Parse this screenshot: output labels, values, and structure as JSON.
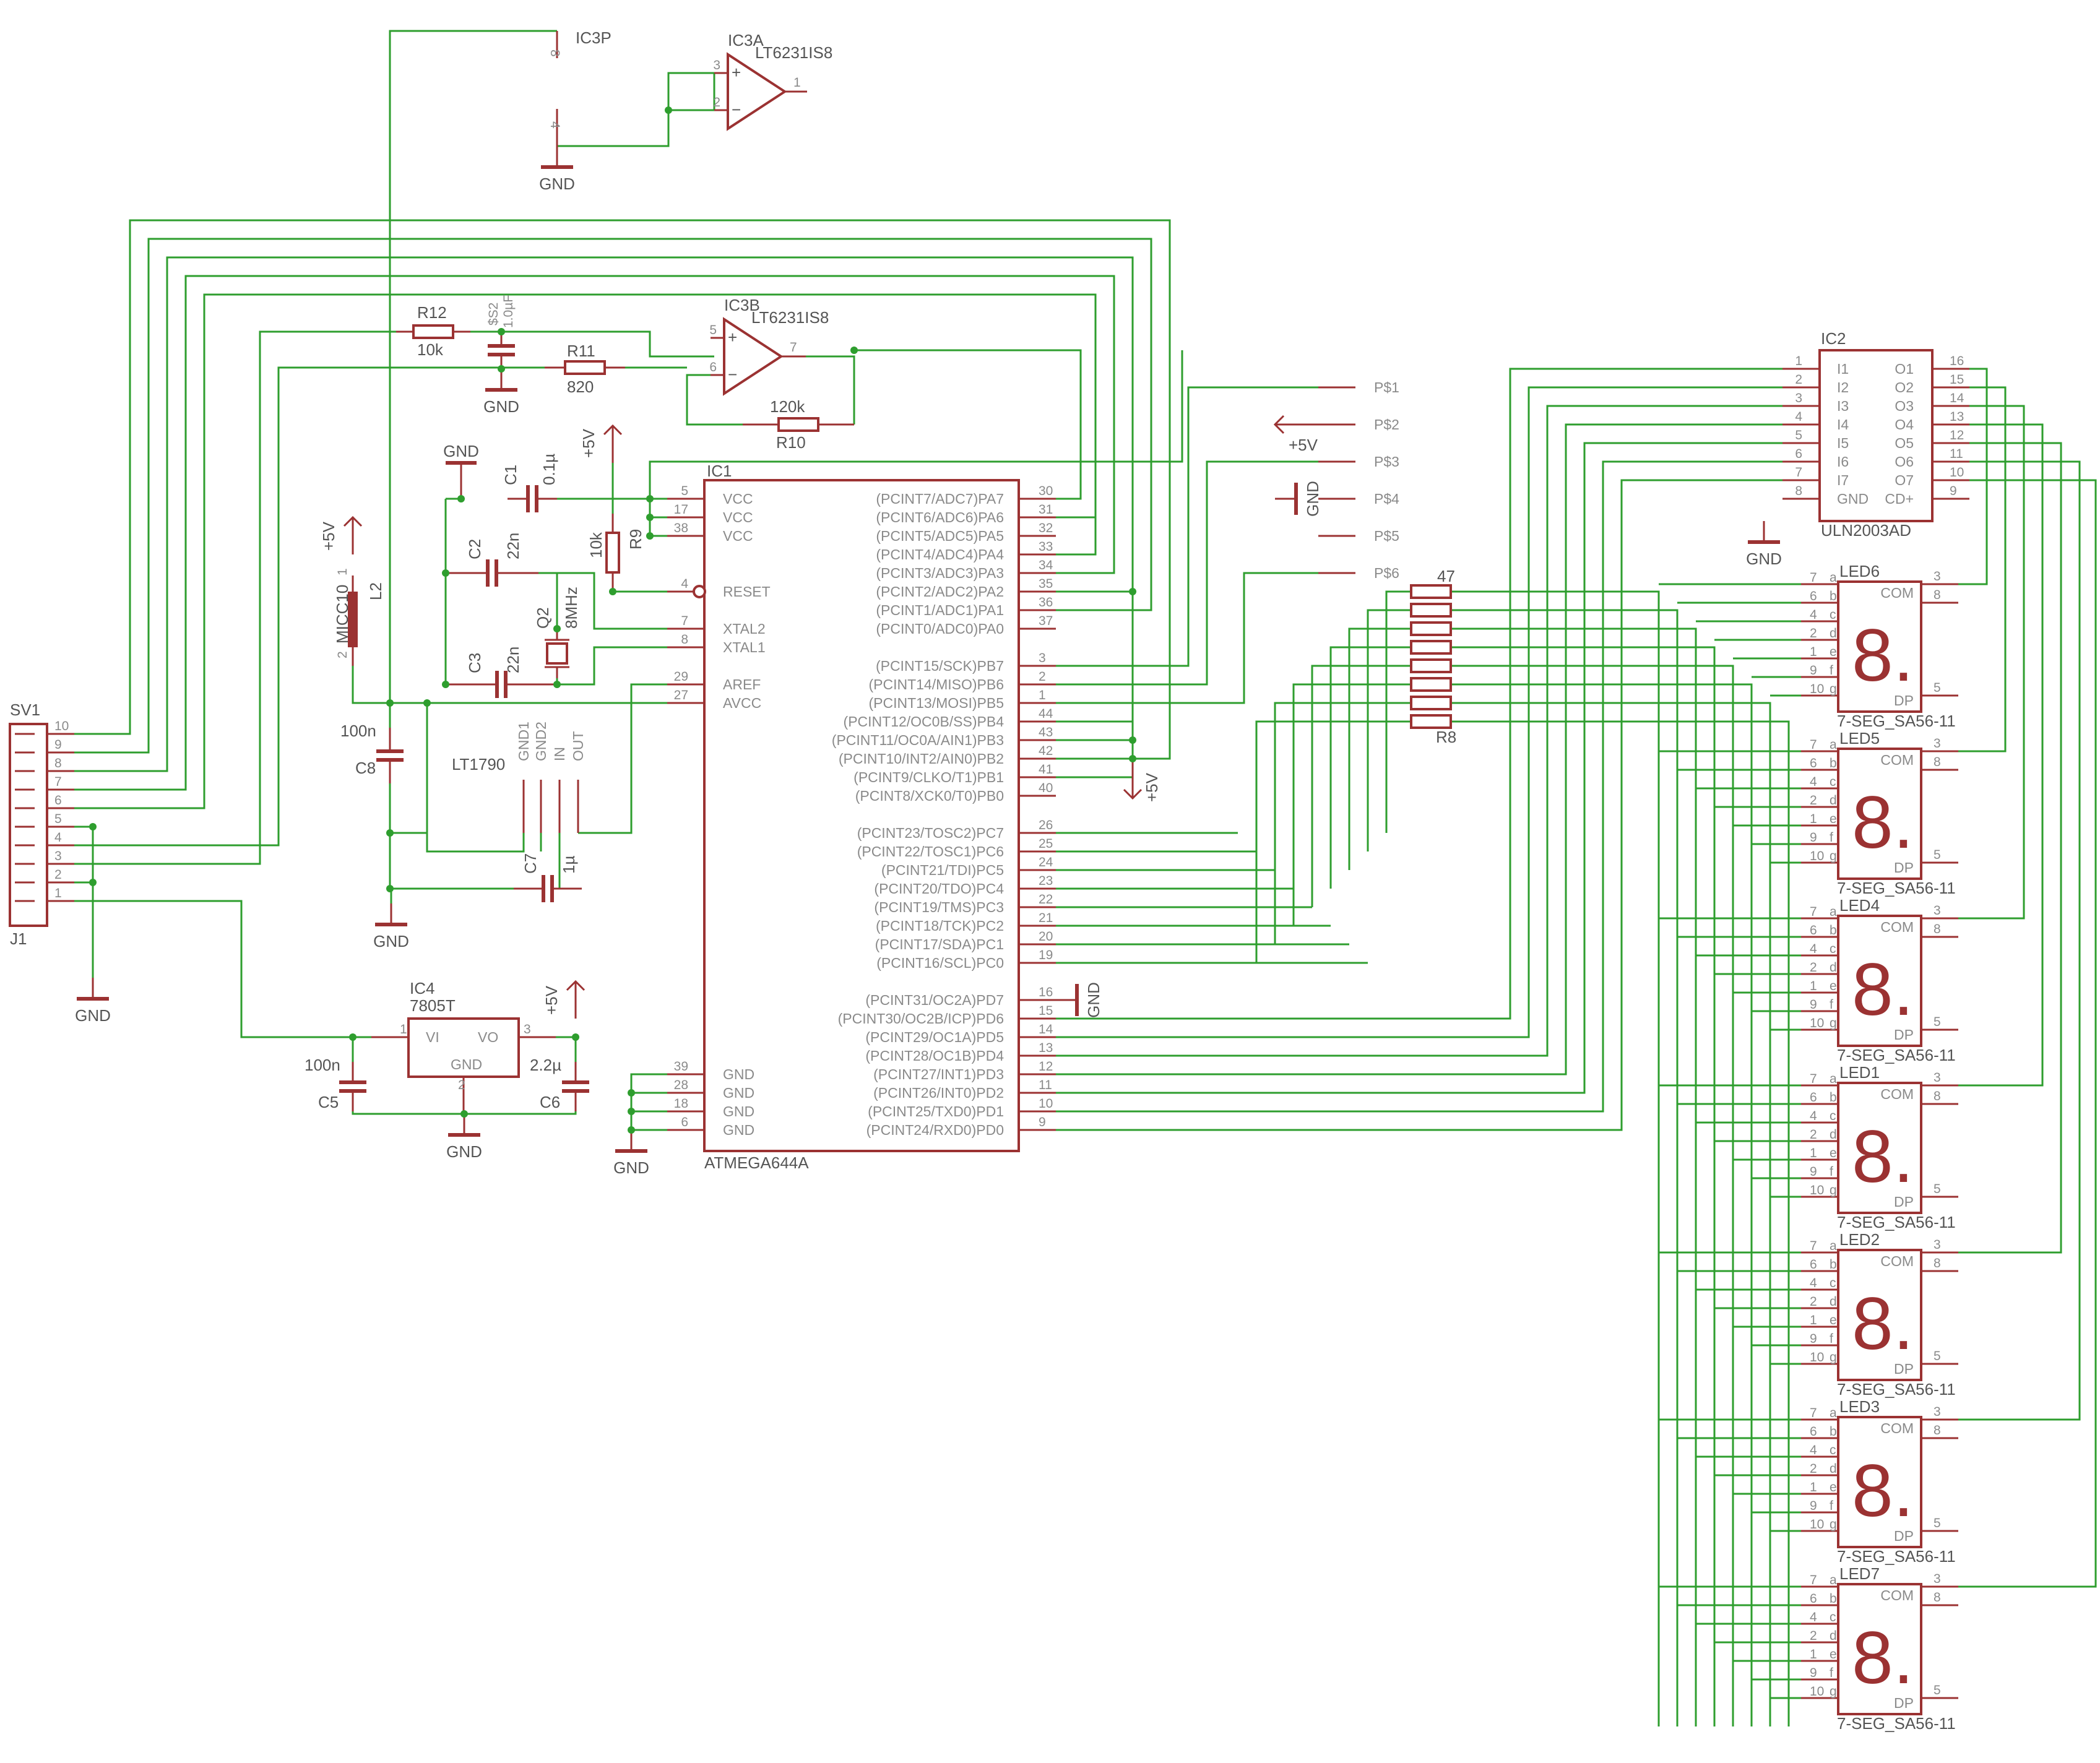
{
  "ic1": {
    "name": "IC1",
    "part": "ATMEGA644A",
    "left": [
      {
        "num": "5",
        "fn": "VCC"
      },
      {
        "num": "17",
        "fn": "VCC"
      },
      {
        "num": "38",
        "fn": "VCC"
      },
      {
        "num": "4",
        "fn": "RESET"
      },
      {
        "num": "7",
        "fn": "XTAL2"
      },
      {
        "num": "8",
        "fn": "XTAL1"
      },
      {
        "num": "29",
        "fn": "AREF"
      },
      {
        "num": "27",
        "fn": "AVCC"
      },
      {
        "num": "39",
        "fn": "GND"
      },
      {
        "num": "28",
        "fn": "GND"
      },
      {
        "num": "18",
        "fn": "GND"
      },
      {
        "num": "6",
        "fn": "GND"
      }
    ],
    "right": [
      {
        "num": "30",
        "fn": "(PCINT7/ADC7)PA7"
      },
      {
        "num": "31",
        "fn": "(PCINT6/ADC6)PA6"
      },
      {
        "num": "32",
        "fn": "(PCINT5/ADC5)PA5"
      },
      {
        "num": "33",
        "fn": "(PCINT4/ADC4)PA4"
      },
      {
        "num": "34",
        "fn": "(PCINT3/ADC3)PA3"
      },
      {
        "num": "35",
        "fn": "(PCINT2/ADC2)PA2"
      },
      {
        "num": "36",
        "fn": "(PCINT1/ADC1)PA1"
      },
      {
        "num": "37",
        "fn": "(PCINT0/ADC0)PA0"
      },
      {
        "num": "3",
        "fn": "(PCINT15/SCK)PB7"
      },
      {
        "num": "2",
        "fn": "(PCINT14/MISO)PB6"
      },
      {
        "num": "1",
        "fn": "(PCINT13/MOSI)PB5"
      },
      {
        "num": "44",
        "fn": "(PCINT12/OC0B/SS)PB4"
      },
      {
        "num": "43",
        "fn": "(PCINT11/OC0A/AIN1)PB3"
      },
      {
        "num": "42",
        "fn": "(PCINT10/INT2/AIN0)PB2"
      },
      {
        "num": "41",
        "fn": "(PCINT9/CLKO/T1)PB1"
      },
      {
        "num": "40",
        "fn": "(PCINT8/XCK0/T0)PB0"
      },
      {
        "num": "26",
        "fn": "(PCINT23/TOSC2)PC7"
      },
      {
        "num": "25",
        "fn": "(PCINT22/TOSC1)PC6"
      },
      {
        "num": "24",
        "fn": "(PCINT21/TDI)PC5"
      },
      {
        "num": "23",
        "fn": "(PCINT20/TDO)PC4"
      },
      {
        "num": "22",
        "fn": "(PCINT19/TMS)PC3"
      },
      {
        "num": "21",
        "fn": "(PCINT18/TCK)PC2"
      },
      {
        "num": "20",
        "fn": "(PCINT17/SDA)PC1"
      },
      {
        "num": "19",
        "fn": "(PCINT16/SCL)PC0"
      },
      {
        "num": "16",
        "fn": "(PCINT31/OC2A)PD7"
      },
      {
        "num": "15",
        "fn": "(PCINT30/OC2B/ICP)PD6"
      },
      {
        "num": "14",
        "fn": "(PCINT29/OC1A)PD5"
      },
      {
        "num": "13",
        "fn": "(PCINT28/OC1B)PD4"
      },
      {
        "num": "12",
        "fn": "(PCINT27/INT1)PD3"
      },
      {
        "num": "11",
        "fn": "(PCINT26/INT0)PD2"
      },
      {
        "num": "10",
        "fn": "(PCINT25/TXD0)PD1"
      },
      {
        "num": "9",
        "fn": "(PCINT24/RXD0)PD0"
      }
    ]
  },
  "ic2": {
    "name": "IC2",
    "part": "ULN2003AD",
    "left": [
      {
        "num": "1",
        "fn": "I1"
      },
      {
        "num": "2",
        "fn": "I2"
      },
      {
        "num": "3",
        "fn": "I3"
      },
      {
        "num": "4",
        "fn": "I4"
      },
      {
        "num": "5",
        "fn": "I5"
      },
      {
        "num": "6",
        "fn": "I6"
      },
      {
        "num": "7",
        "fn": "I7"
      },
      {
        "num": "8",
        "fn": "GND"
      }
    ],
    "right": [
      {
        "num": "16",
        "fn": "O1"
      },
      {
        "num": "15",
        "fn": "O2"
      },
      {
        "num": "14",
        "fn": "O3"
      },
      {
        "num": "13",
        "fn": "O4"
      },
      {
        "num": "12",
        "fn": "O5"
      },
      {
        "num": "11",
        "fn": "O6"
      },
      {
        "num": "10",
        "fn": "O7"
      },
      {
        "num": "9",
        "fn": "CD+"
      }
    ]
  },
  "ic3a": {
    "name": "IC3A",
    "part": "LT6231IS8",
    "pin_in_plus": "3",
    "pin_in_minus": "2",
    "pin_out": "1",
    "plus": "+",
    "minus": "−"
  },
  "ic3b": {
    "name": "IC3B",
    "part": "LT6231IS8",
    "pin_in_plus": "5",
    "pin_in_minus": "6",
    "pin_out": "7",
    "plus": "+",
    "minus": "−"
  },
  "ic3p": {
    "name": "IC3P",
    "pin_top": "8",
    "pin_bottom": "4"
  },
  "ic4": {
    "name": "IC4",
    "part": "7805T",
    "vi": "VI",
    "vo": "VO",
    "gnd": "GND",
    "pin1": "1",
    "pin2": "2",
    "pin3": "3"
  },
  "lt1790": {
    "name": "LT1790",
    "pins": [
      "GND1",
      "GND2",
      "IN",
      "OUT"
    ]
  },
  "components": {
    "r12": {
      "name": "R12",
      "value": "10k"
    },
    "r11": {
      "name": "R11",
      "value": "820"
    },
    "r10": {
      "name": "R10",
      "value": "120k"
    },
    "r9": {
      "name": "R9",
      "value": "10k"
    },
    "s2": {
      "name": "$S2",
      "value": "1.0µF"
    },
    "c1": {
      "name": "C1",
      "value": "0.1µ"
    },
    "c2": {
      "name": "C2",
      "value": "22n"
    },
    "c3": {
      "name": "C3",
      "value": "22n"
    },
    "c5": {
      "name": "C5",
      "value": "100n"
    },
    "c6": {
      "name": "C6",
      "value": "2.2µ"
    },
    "c7": {
      "name": "C7",
      "value": "1µ"
    },
    "c8": {
      "name": "C8",
      "value": "100n"
    },
    "q2": {
      "name": "Q2",
      "value": "8MHz"
    },
    "l2": {
      "name": "L2",
      "value": "MICC10",
      "pin1": "1",
      "pin2": "2"
    },
    "r8": {
      "name": "R8",
      "value": "47"
    }
  },
  "power": {
    "gnd": "GND",
    "vcc": "+5V"
  },
  "sv1": {
    "name": "SV1",
    "ref": "J1",
    "pins": [
      "10",
      "9",
      "8",
      "7",
      "6",
      "5",
      "4",
      "3",
      "2",
      "1"
    ]
  },
  "ports": [
    "P$1",
    "P$2",
    "P$3",
    "P$4",
    "P$5",
    "P$6"
  ],
  "leds": {
    "names": [
      "LED6",
      "LED5",
      "LED4",
      "LED1",
      "LED2",
      "LED3",
      "LED7"
    ],
    "part": "7-SEG_SA56-11",
    "digit": "8.",
    "com": "COM",
    "dp": "DP",
    "left_pins": [
      {
        "num": "7",
        "seg": "a"
      },
      {
        "num": "6",
        "seg": "b"
      },
      {
        "num": "4",
        "seg": "c"
      },
      {
        "num": "2",
        "seg": "d"
      },
      {
        "num": "1",
        "seg": "e"
      },
      {
        "num": "9",
        "seg": "f"
      },
      {
        "num": "10",
        "seg": "g"
      }
    ],
    "right_pins": [
      "3",
      "8",
      "5"
    ]
  }
}
